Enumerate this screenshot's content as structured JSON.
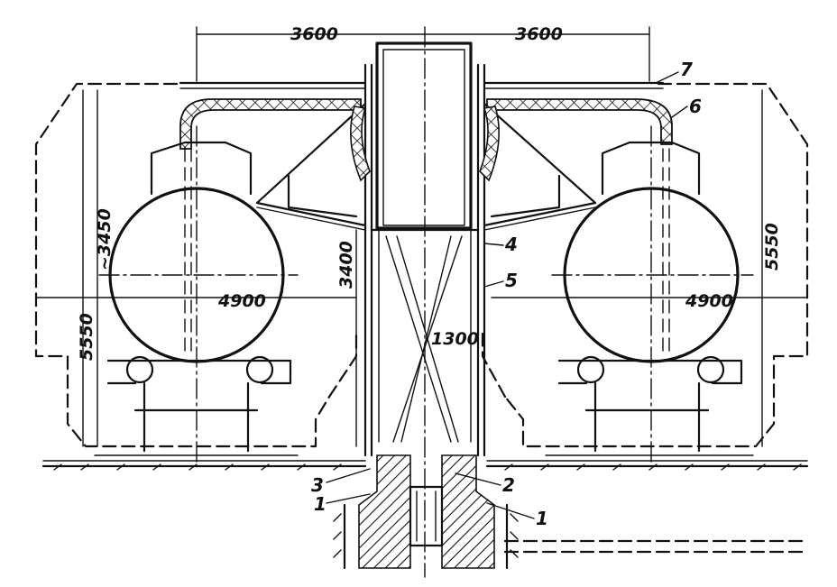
{
  "dimensions": {
    "left_span": "3600",
    "right_span": "3600",
    "left_tank_diameter": "4900",
    "right_tank_diameter": "4900",
    "left_inner_height": "~3450",
    "left_outer_height": "5550",
    "right_outer_height": "5550",
    "column_height": "3400",
    "column_width": "1300"
  },
  "callouts": {
    "c1_left": "1",
    "c1_right": "1",
    "c2": "2",
    "c3": "3",
    "c4": "4",
    "c5": "5",
    "c6": "6",
    "c7": "7"
  }
}
